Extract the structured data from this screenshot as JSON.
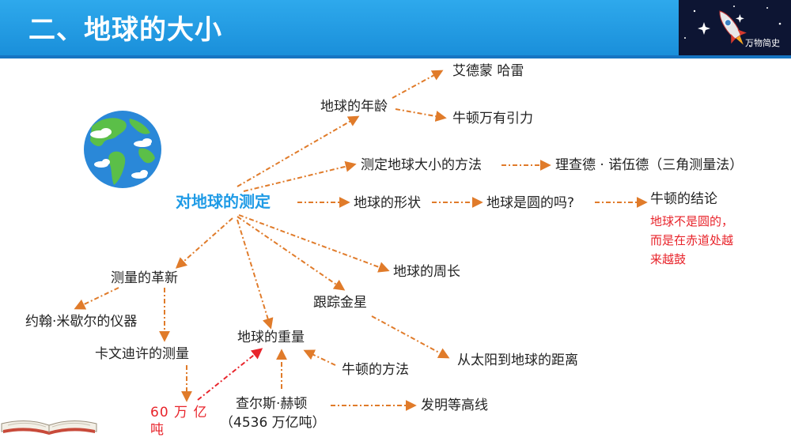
{
  "header": {
    "title": "二、地球的大小",
    "logo_text": "万物简史"
  },
  "colors": {
    "header_blue": "#1f9be6",
    "arrow_orange": "#e07b2a",
    "accent_red": "#e8242b",
    "center_blue": "#1f9be6"
  },
  "icons": {
    "globe": "earth-globe-icon",
    "rocket": "rocket-icon",
    "book": "open-book-icon"
  },
  "diagram": {
    "center": "对地球的测定",
    "age": "地球的年龄",
    "age_halley": "艾德蒙 哈雷",
    "age_newton": "牛顿万有引力",
    "method": "测定地球大小的方法",
    "method_result": "理查德 · 诺伍德（三角测量法）",
    "shape": "地球的形状",
    "shape_question": "地球是圆的吗?",
    "newton_conclusion": "牛顿的结论",
    "conclusion_detail": "地球不是圆的，而是在赤道处越来越鼓",
    "circumference": "地球的周长",
    "venus": "跟踪金星",
    "sun_distance": "从太阳到地球的距离",
    "revolution": "测量的革新",
    "mitchell": "约翰·米歇尔的仪器",
    "cavendish": "卡文迪许的测量",
    "weight_value": "60 万 亿吨",
    "weight": "地球的重量",
    "newton_method": "牛顿的方法",
    "hutton": "查尔斯·赫顿",
    "hutton_value": "（4536 万亿吨）",
    "contour": "发明等高线"
  }
}
